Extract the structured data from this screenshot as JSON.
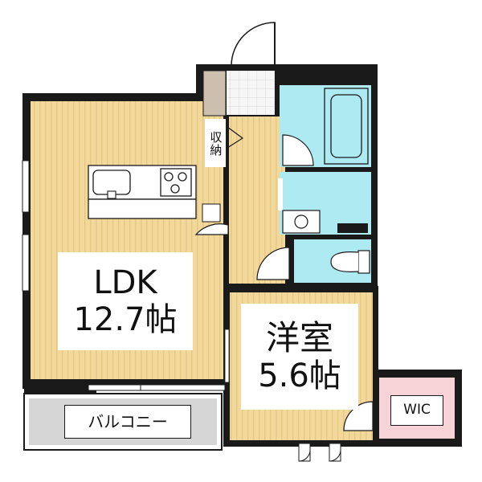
{
  "rooms": {
    "ldk": {
      "name": "LDK",
      "area": "12.7帖"
    },
    "western": {
      "name": "洋室",
      "area": "5.6帖"
    },
    "storage": {
      "name": "収納"
    },
    "wic": {
      "name": "WIC"
    },
    "balcony": {
      "name": "バルコニー"
    }
  },
  "colors": {
    "wall": "#1a1a1a",
    "wood_floor": "#f2d89a",
    "wood_stripe": "#e6c783",
    "wet_area": "#aeeaf2",
    "wic_floor": "#f7d3d8",
    "balcony_floor": "#d6d6d6",
    "entrance_tile": "#f4f4f4",
    "shoe_box": "#cdbfae"
  },
  "icons": [
    "kitchen-counter-icon",
    "sink-icon",
    "stove-icon",
    "bathtub-icon",
    "washbasin-icon",
    "toilet-icon",
    "door-swing-icon"
  ]
}
